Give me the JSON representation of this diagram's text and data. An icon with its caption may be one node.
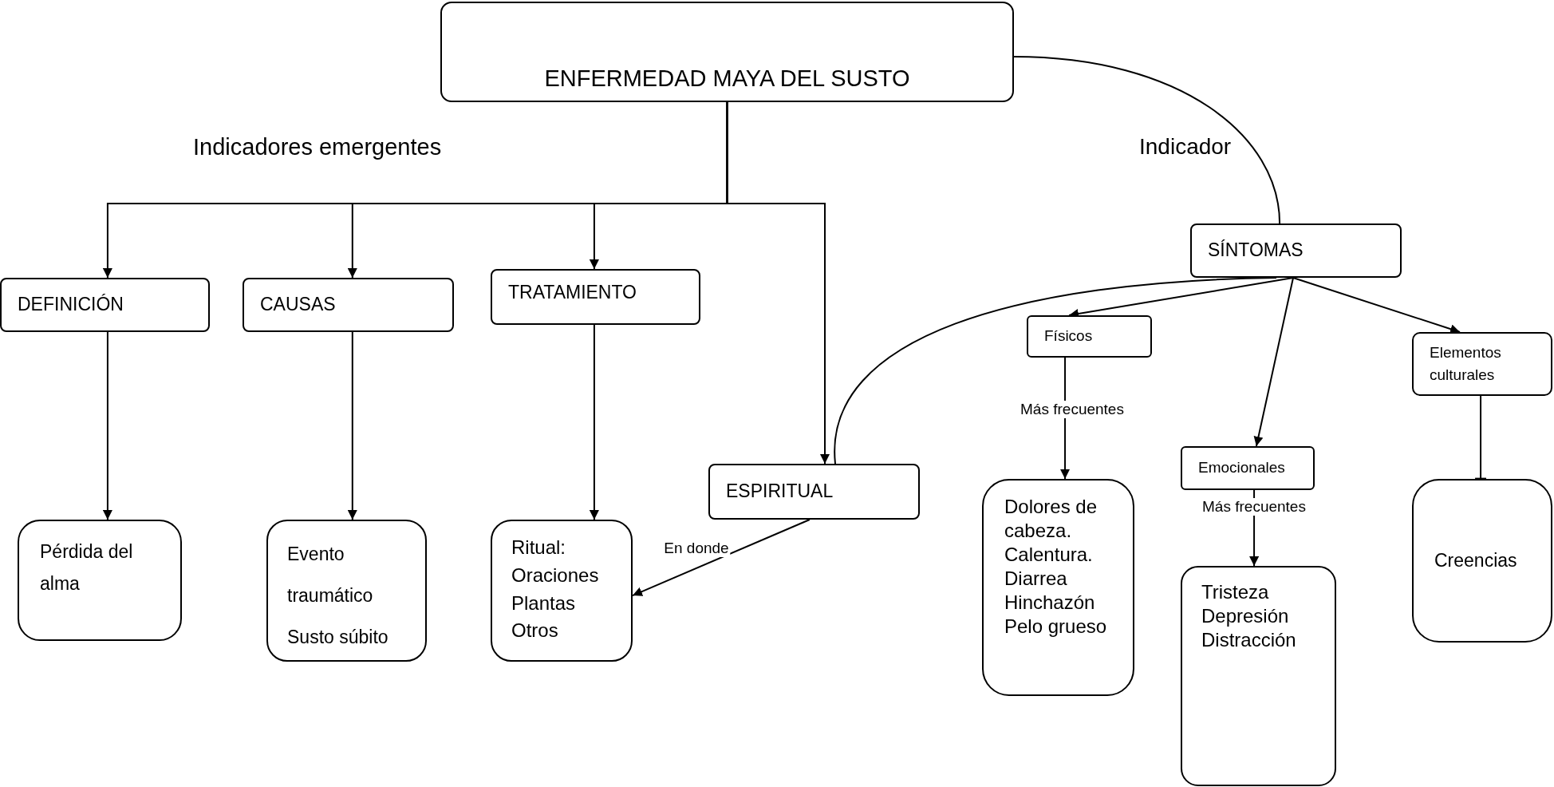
{
  "diagram": {
    "nodes": [
      {
        "text": [
          "ENFERMEDAD MAYA DEL SUSTO"
        ]
      },
      {
        "text": [
          "DEFINICIÓN"
        ]
      },
      {
        "text": [
          "CAUSAS"
        ]
      },
      {
        "text": [
          "TRATAMIENTO"
        ]
      },
      {
        "text": [
          "ESPIRITUAL"
        ]
      },
      {
        "text": [
          "Pérdida del alma"
        ]
      },
      {
        "text": [
          "Evento traumático",
          "Susto súbito"
        ]
      },
      {
        "text": [
          "Ritual:",
          "Oraciones",
          "Plantas",
          "Otros"
        ]
      },
      {
        "text": [
          "SÍNTOMAS"
        ]
      },
      {
        "text": [
          "Físicos"
        ]
      },
      {
        "text": [
          "Emocionales"
        ]
      },
      {
        "text": [
          "Elementos culturales"
        ]
      },
      {
        "text": [
          "Dolores de cabeza.",
          "Calentura.",
          "Diarrea",
          "Hinchazón",
          "Pelo grueso"
        ]
      },
      {
        "text": [
          "Tristeza",
          "Depresión",
          "Distracción"
        ]
      },
      {
        "text": [
          "Creencias"
        ]
      }
    ],
    "edges": [
      {
        "from": 0,
        "to": 1,
        "arrow": "to"
      },
      {
        "from": 0,
        "to": 2,
        "arrow": "to"
      },
      {
        "from": 0,
        "to": 3,
        "arrow": "to"
      },
      {
        "from": 0,
        "to": 4,
        "arrow": "to"
      },
      {
        "from": 1,
        "to": 5,
        "arrow": "to"
      },
      {
        "from": 2,
        "to": 6,
        "arrow": "to"
      },
      {
        "from": 3,
        "to": 7,
        "arrow": "to"
      },
      {
        "from": 4,
        "to": 7,
        "arrow": "to",
        "label": "En donde"
      },
      {
        "from": 0,
        "to": 8,
        "arrow": "none"
      },
      {
        "from": 8,
        "to": 4,
        "arrow": "none"
      },
      {
        "from": 8,
        "to": 9,
        "arrow": "to"
      },
      {
        "from": 8,
        "to": 10,
        "arrow": "to"
      },
      {
        "from": 8,
        "to": 11,
        "arrow": "to"
      },
      {
        "from": 9,
        "to": 12,
        "arrow": "to",
        "label": "Más frecuentes"
      },
      {
        "from": 10,
        "to": 13,
        "arrow": "to",
        "label": "Más frecuentes"
      },
      {
        "from": 11,
        "to": 14,
        "arrow": "other"
      }
    ],
    "labels": [
      "Indicadores emergentes",
      "Indicador"
    ]
  }
}
